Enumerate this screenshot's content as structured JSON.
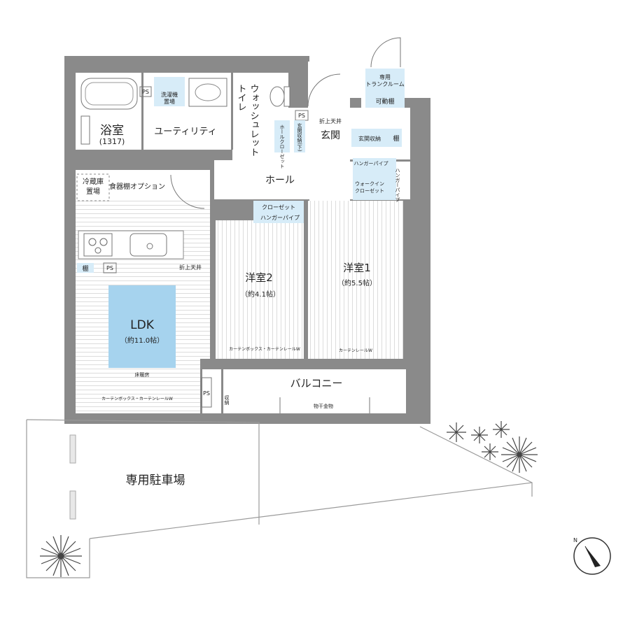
{
  "rooms": {
    "bath": "浴室",
    "bath_size": "(1317)",
    "utility": "ユーティリティ",
    "toilet_a": "トイレ",
    "toilet_b": "ウォッシュレット",
    "entrance": "玄関",
    "hall": "ホール",
    "western2": "洋室2",
    "western2_size": "（約4.1帖）",
    "western1": "洋室1",
    "western1_size": "（約5.5帖）",
    "ldk": "LDK",
    "ldk_size": "（約11.0帖）",
    "balcony": "バルコニー",
    "parking": "専用駐車場"
  },
  "labels": {
    "ps": "PS",
    "washer_line1": "洗濯機",
    "washer_line2": "置場",
    "fridge_line1": "冷蔵庫",
    "fridge_line2": "置場",
    "dish_option": "食器棚オプション",
    "hall_closet": "ホールクローゼット",
    "hanger_pipe": "ハンガーパイプ",
    "entrance_storage_vertical": "玄関収納(下)",
    "ceiling": "折上天井",
    "entrance_storage": "玄関収納",
    "shelf": "棚",
    "hanger_pipe_wic": "ハンガーパイプ",
    "wic_line1": "ウォークイン",
    "wic_line2": "クローゼット",
    "wic_side_pipe": "ハンガーパイプ",
    "closet": "クローゼット",
    "closet_pipe": "ハンガーパイプ",
    "trunk_line1": "専用",
    "trunk_line2": "トランクルーム",
    "movable_shelf": "可動棚",
    "ceiling_ldk": "折上天井",
    "curtain_box_rail_w2": "カーテンボックス・カーテンレールW",
    "curtain_rail_w1": "カーテンレールW",
    "floor_heating": "床暖房",
    "curtain_box_rail_ldk": "カーテンボックス・カーテンレールW",
    "drying_hardware": "物干金物",
    "ldk_shelf": "棚",
    "balcony_storage": "収納",
    "compass_n": "N"
  },
  "colors": {
    "wall": "#8a8a8a",
    "storage_blue": "#a6d3ee",
    "closet_light_blue": "#d7ecf8",
    "floor_lines": "#cfcfcf",
    "text": "#222222"
  },
  "icons": [
    "bathtub-icon",
    "toilet-icon",
    "sink-icon",
    "stove-icon",
    "kitchen-sink-icon",
    "tree-icon",
    "compass-icon"
  ]
}
